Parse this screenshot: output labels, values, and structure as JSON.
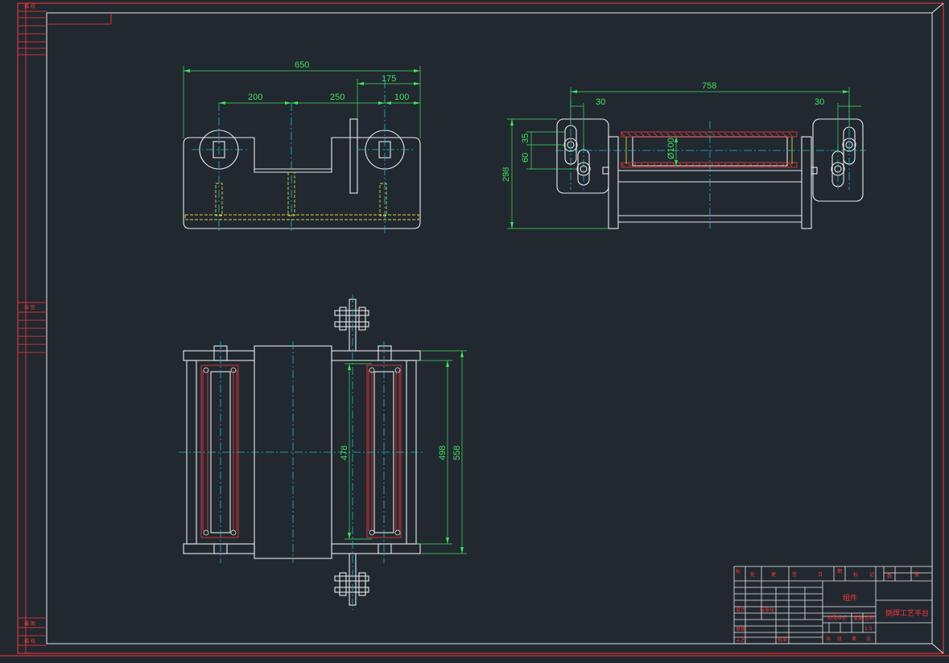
{
  "drawing": {
    "title": "侧焊工艺平台",
    "center_label": "组件",
    "colors": {
      "background": "#212830",
      "outline": "#e8e8e8",
      "dimension": "#3fe05a",
      "center_line": "#1fb8c8",
      "hidden_line": "#d8d23a",
      "section": "#ff3838"
    },
    "side_labels": {
      "top": "描 校",
      "middle": "会 签",
      "bottom1": "描 图",
      "bottom2": "描 校"
    },
    "front_view": {
      "overall": "650",
      "right_top": "175",
      "left": "200",
      "mid": "250",
      "right": "100"
    },
    "side_view": {
      "overall": "758",
      "left_offset": "30",
      "right_offset": "30",
      "d1": "35",
      "d2": "60",
      "height": "298",
      "diameter": "Ø100"
    },
    "plan_view": {
      "d_inner": "478",
      "d_mid": "498",
      "d_outer": "558"
    },
    "title_block": {
      "r1": [
        "标",
        "处",
        "更",
        "签",
        "日",
        "期"
      ],
      "r2": [
        "标",
        "记",
        "数",
        "量"
      ],
      "r3": [
        "设计",
        "标准化",
        "审核",
        "工艺",
        "批准"
      ],
      "r4": [
        "阶段标记",
        "重量",
        "比例"
      ],
      "r5": [
        "共",
        "张",
        "第",
        "张"
      ],
      "scale": "1:5"
    }
  }
}
